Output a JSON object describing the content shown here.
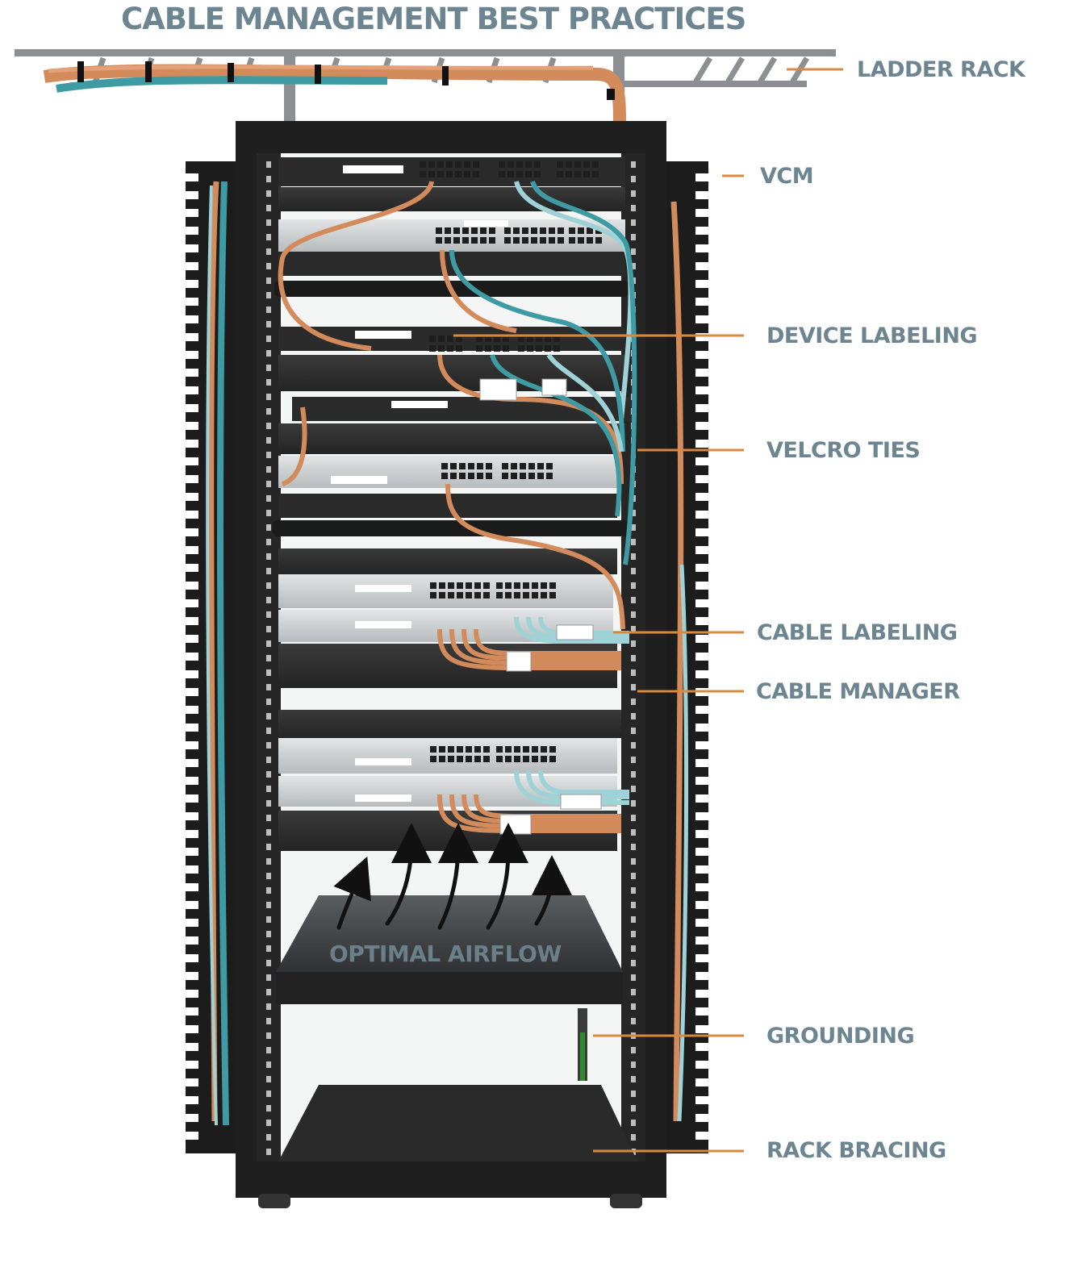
{
  "title": "CABLE MANAGEMENT BEST PRACTICES",
  "callouts": [
    {
      "id": "ladder-rack",
      "label": "LADDER RACK"
    },
    {
      "id": "vcm",
      "label": "VCM"
    },
    {
      "id": "device-labeling",
      "label": "DEVICE LABELING"
    },
    {
      "id": "velcro-ties",
      "label": "VELCRO TIES"
    },
    {
      "id": "cable-labeling",
      "label": "CABLE LABELING"
    },
    {
      "id": "cable-manager",
      "label": "CABLE MANAGER"
    },
    {
      "id": "grounding",
      "label": "GROUNDING"
    },
    {
      "id": "rack-bracing",
      "label": "RACK BRACING"
    }
  ],
  "airflow_label": "OPTIMAL AIRFLOW",
  "colors": {
    "label_text": "#6c8591",
    "leader_line": "#d9893f",
    "rack_frame": "#1f1f1f",
    "copper_cable": "#d48b5c",
    "teal_cable": "#3e9ba4",
    "light_cable": "#9fd2d6",
    "device_silver": "#c9cccd"
  }
}
